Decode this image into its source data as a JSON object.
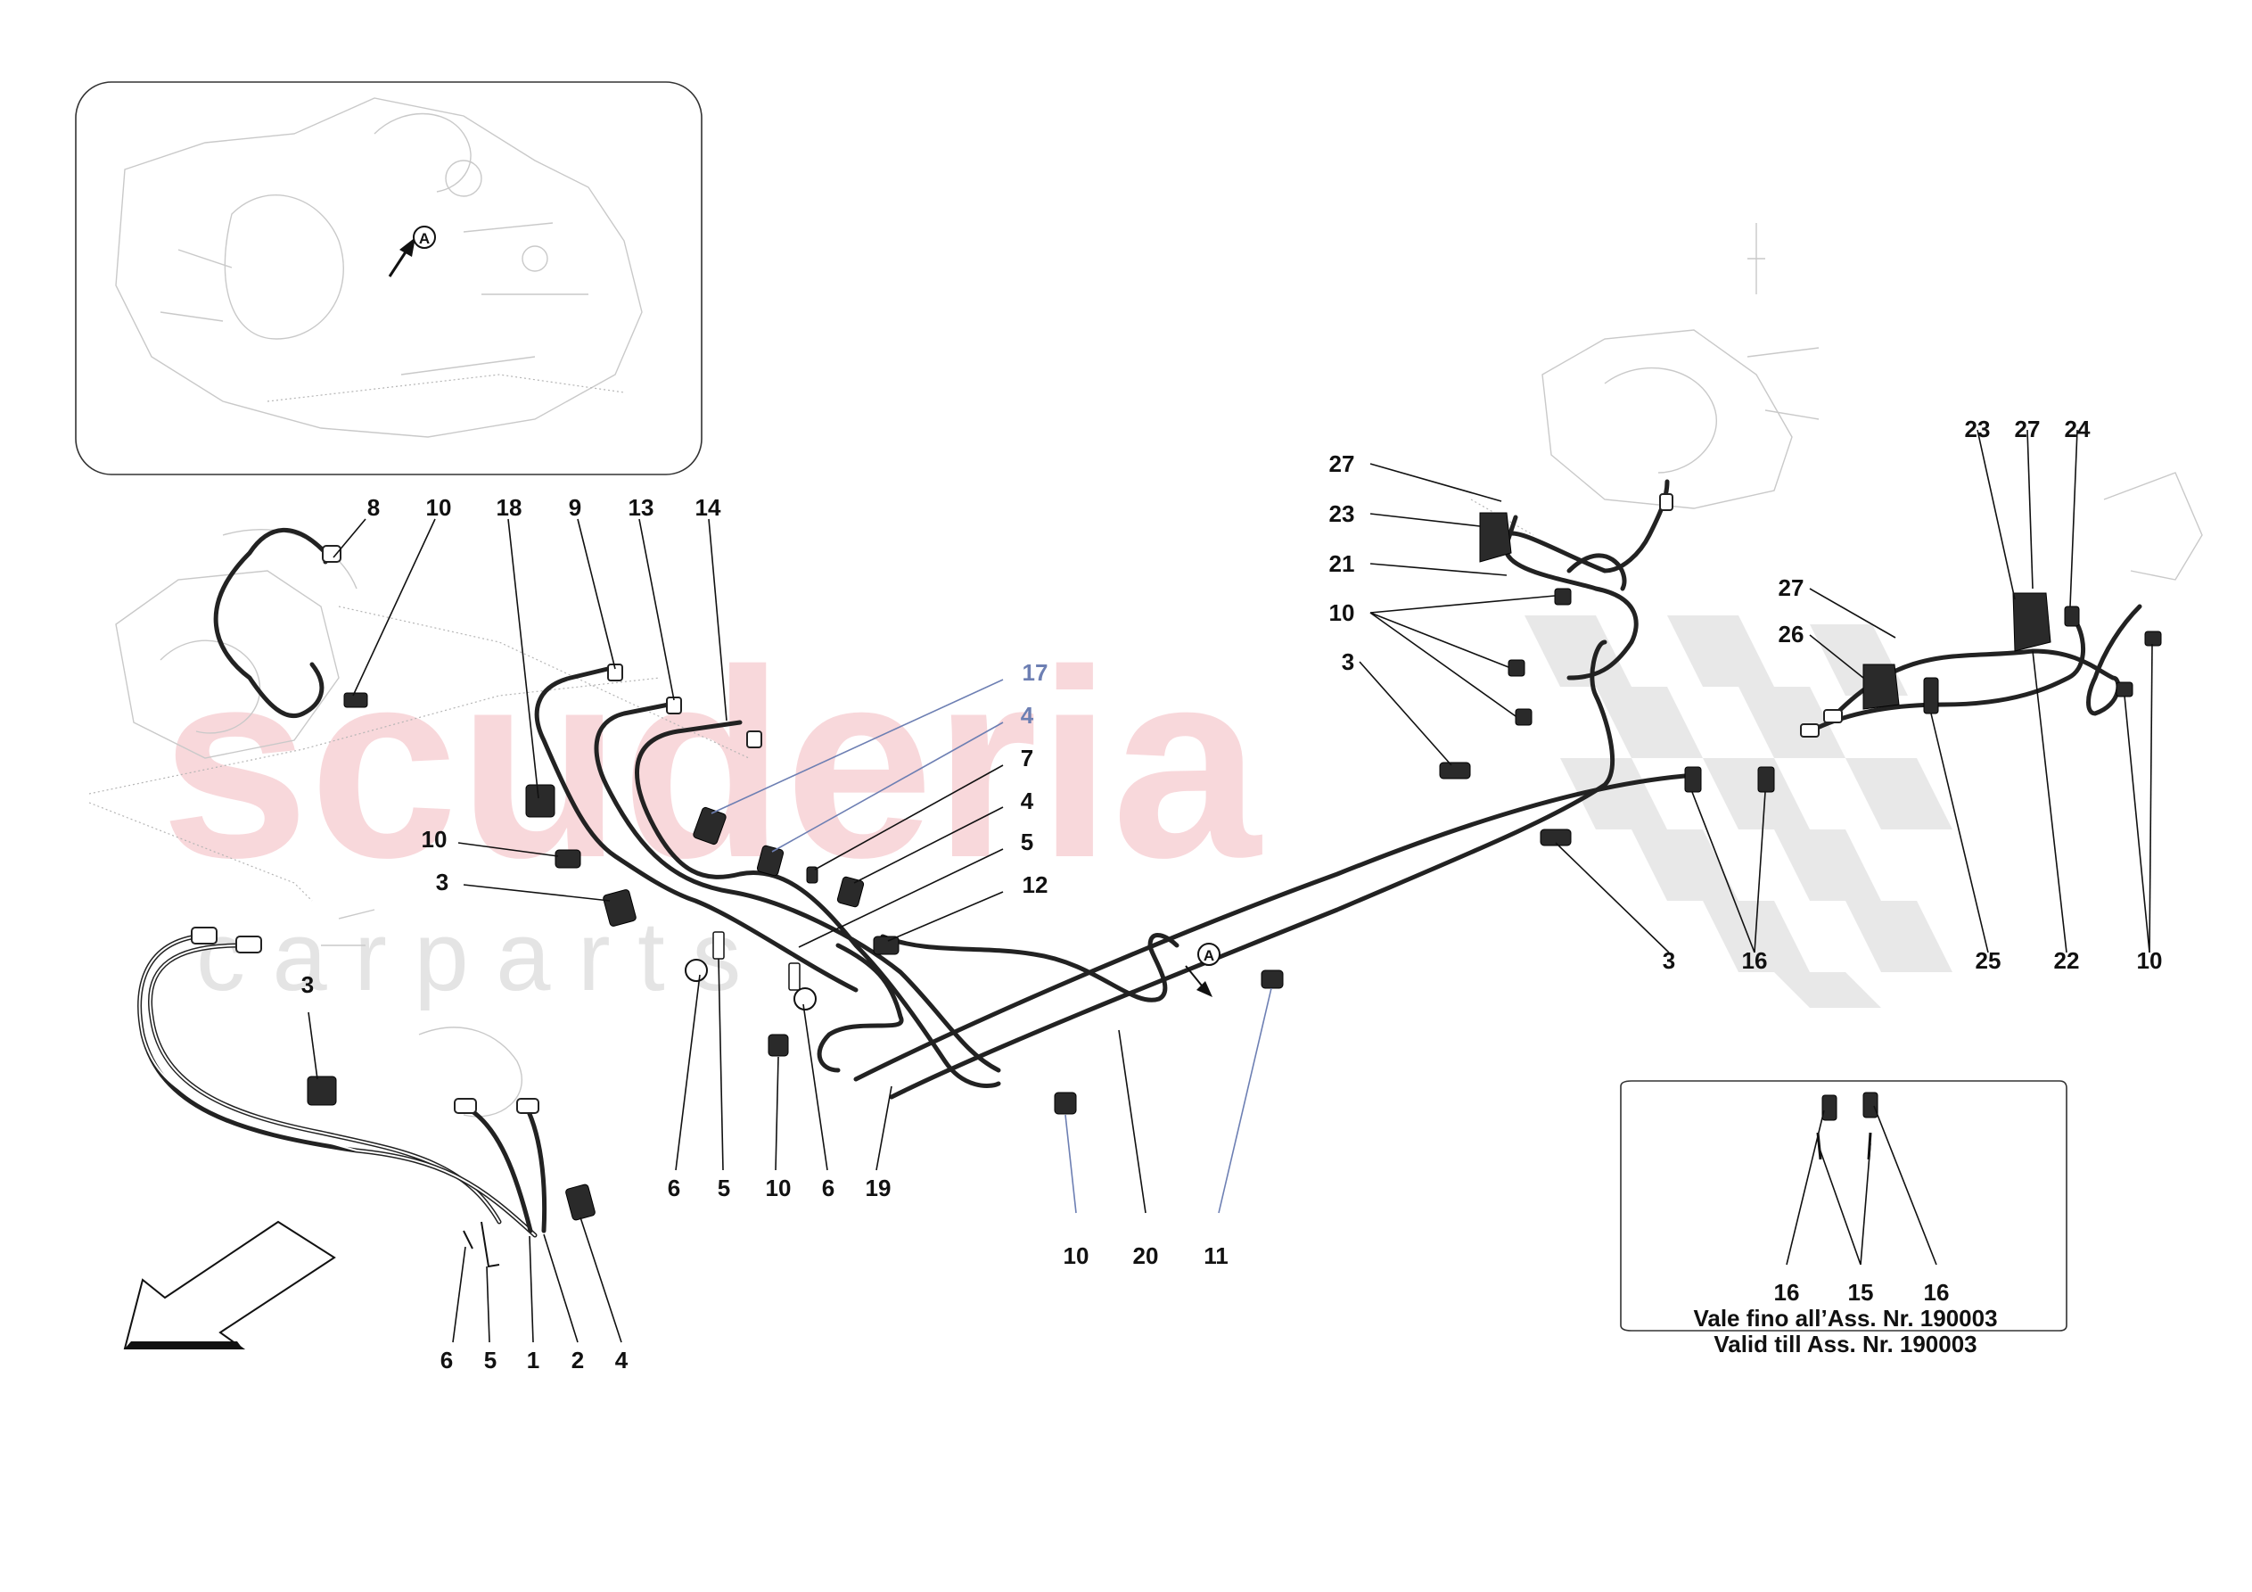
{
  "watermark": {
    "main": "scuderia",
    "sub": "c a r   p a r t s"
  },
  "inset_marker": "A",
  "view_marker": "A",
  "callouts": [
    {
      "id": "c8",
      "text": "8"
    },
    {
      "id": "c10a",
      "text": "10"
    },
    {
      "id": "c18",
      "text": "18"
    },
    {
      "id": "c9",
      "text": "9"
    },
    {
      "id": "c13",
      "text": "13"
    },
    {
      "id": "c14",
      "text": "14"
    },
    {
      "id": "c17",
      "text": "17"
    },
    {
      "id": "c4a",
      "text": "4"
    },
    {
      "id": "c7",
      "text": "7"
    },
    {
      "id": "c4b",
      "text": "4"
    },
    {
      "id": "c5a",
      "text": "5"
    },
    {
      "id": "c12",
      "text": "12"
    },
    {
      "id": "c10b",
      "text": "10"
    },
    {
      "id": "c3a",
      "text": "3"
    },
    {
      "id": "c3b",
      "text": "3"
    },
    {
      "id": "c6a",
      "text": "6"
    },
    {
      "id": "c5b",
      "text": "5"
    },
    {
      "id": "c10c",
      "text": "10"
    },
    {
      "id": "c6b",
      "text": "6"
    },
    {
      "id": "c19",
      "text": "19"
    },
    {
      "id": "c6c",
      "text": "6"
    },
    {
      "id": "c5c",
      "text": "5"
    },
    {
      "id": "c1",
      "text": "1"
    },
    {
      "id": "c2",
      "text": "2"
    },
    {
      "id": "c4c",
      "text": "4"
    },
    {
      "id": "c10d",
      "text": "10"
    },
    {
      "id": "c20",
      "text": "20"
    },
    {
      "id": "c11",
      "text": "11"
    },
    {
      "id": "c27a",
      "text": "27"
    },
    {
      "id": "c23a",
      "text": "23"
    },
    {
      "id": "c21",
      "text": "21"
    },
    {
      "id": "c10e",
      "text": "10"
    },
    {
      "id": "c3c",
      "text": "3"
    },
    {
      "id": "c3d",
      "text": "3"
    },
    {
      "id": "c16a",
      "text": "16"
    },
    {
      "id": "c27b",
      "text": "27"
    },
    {
      "id": "c26",
      "text": "26"
    },
    {
      "id": "c23b",
      "text": "23"
    },
    {
      "id": "c27c",
      "text": "27"
    },
    {
      "id": "c24",
      "text": "24"
    },
    {
      "id": "c25",
      "text": "25"
    },
    {
      "id": "c22",
      "text": "22"
    },
    {
      "id": "c10f",
      "text": "10"
    },
    {
      "id": "c16b",
      "text": "16"
    },
    {
      "id": "c15",
      "text": "15"
    },
    {
      "id": "c16c",
      "text": "16"
    }
  ],
  "validity_note": {
    "line1": "Vale fino all’Ass. Nr. 190003",
    "line2": "Valid till Ass. Nr. 190003"
  },
  "colors": {
    "callout_blue": "#6d7fb3",
    "watermark_red": "#f4b9bf",
    "pipe": "#222222"
  }
}
